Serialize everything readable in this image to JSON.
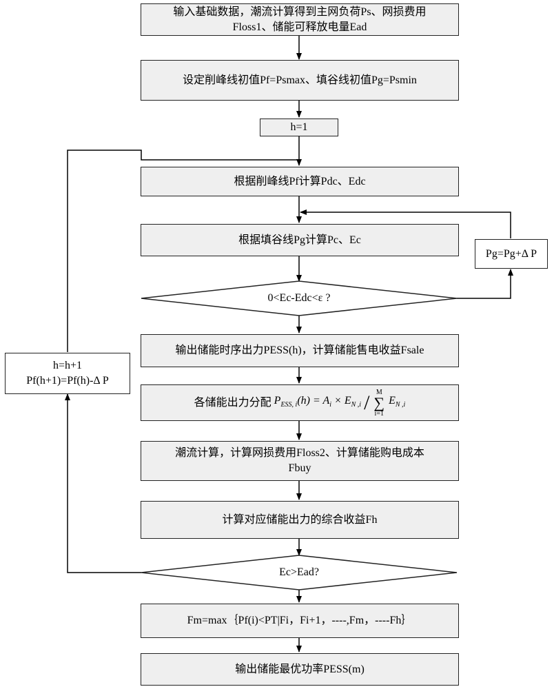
{
  "nodes": {
    "input": {
      "line1": "输入基础数据，潮流计算得到主网负荷Ps、网损费用",
      "line2": "Floss1、储能可释放电量Ead"
    },
    "init": {
      "text": "设定削峰线初值Pf=Psmax、填谷线初值Pg=Psmin"
    },
    "h_init": {
      "text": "h=1"
    },
    "peak": {
      "text": "根据削峰线Pf计算Pdc、Edc"
    },
    "valley": {
      "text": "根据填谷线Pg计算Pc、Ec"
    },
    "pg_update": {
      "text": "Pg=Pg+Δ P"
    },
    "cond1": {
      "text": "0<Ec-Edc<ε ?"
    },
    "output_series": {
      "text": "输出储能时序出力PESS(h)，计算储能售电收益Fsale"
    },
    "h_update": {
      "line1": "h=h+1",
      "line2": "Pf(h+1)=Pf(h)-Δ P"
    },
    "distribute": {
      "prefix": "各储能出力分配",
      "lhs": "P",
      "lhs_sub": "ESS, i",
      "lhs_arg": "(h) = A",
      "a_sub": "i",
      "times": " × E",
      "e_sub": "N ,i",
      "slash": "/",
      "sum_top": "M",
      "sum_sym": "∑",
      "sum_bottom": "i=1",
      "e2": "E",
      "e2_sub": "N ,i"
    },
    "flow": {
      "line1": "潮流计算，计算网损费用Floss2、计算储能购电成本",
      "line2": "Fbuy"
    },
    "fh": {
      "text": "计算对应储能出力的综合收益Fh"
    },
    "cond2": {
      "text": "Ec>Ead?"
    },
    "fm": {
      "text": "Fm=max｛Pf(i)<PT|Fi，Fi+1，----,Fm，----Fh｝"
    },
    "final": {
      "text": "输出储能最优功率PESS(m)"
    }
  }
}
